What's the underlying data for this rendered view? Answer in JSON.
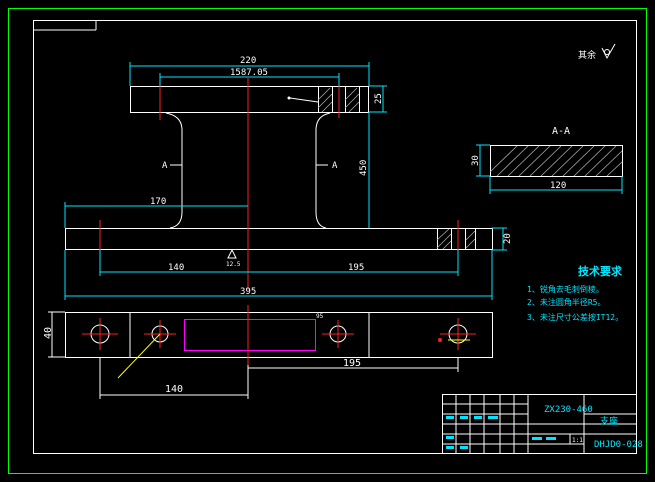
{
  "dimensions": {
    "top_220": "220",
    "top_158705": "1587.05",
    "flange_25": "25",
    "height_450": "450",
    "left_170": "170",
    "base_20": "20",
    "base_140": "140",
    "base_195": "195",
    "total_395": "395",
    "side_30": "30",
    "side_120": "120",
    "plan_40": "40",
    "plan_195": "195",
    "plan_140": "140",
    "plan_small": "95",
    "center_mark": "12.5"
  },
  "section": {
    "title": "A-A",
    "left_arrow": "A",
    "right_arrow": "A"
  },
  "surface_note": "其余",
  "tech": {
    "title": "技术要求",
    "items": [
      "1、锐角去毛刺倒棱。",
      "2、未注圆角半径R5。",
      "3、未注尺寸公差按IT12。"
    ]
  },
  "title_block": {
    "name": "ZX230-460",
    "material": "支座",
    "drawing_no": "DHJD0-028",
    "scale": "1:1"
  },
  "colors": {
    "outer_border": "#00ff00",
    "outline": "#ffffff",
    "dimension": "#00e5ff",
    "centerline": "#ff2020",
    "slot": "#ff00ff",
    "leader": "#ffff00"
  }
}
